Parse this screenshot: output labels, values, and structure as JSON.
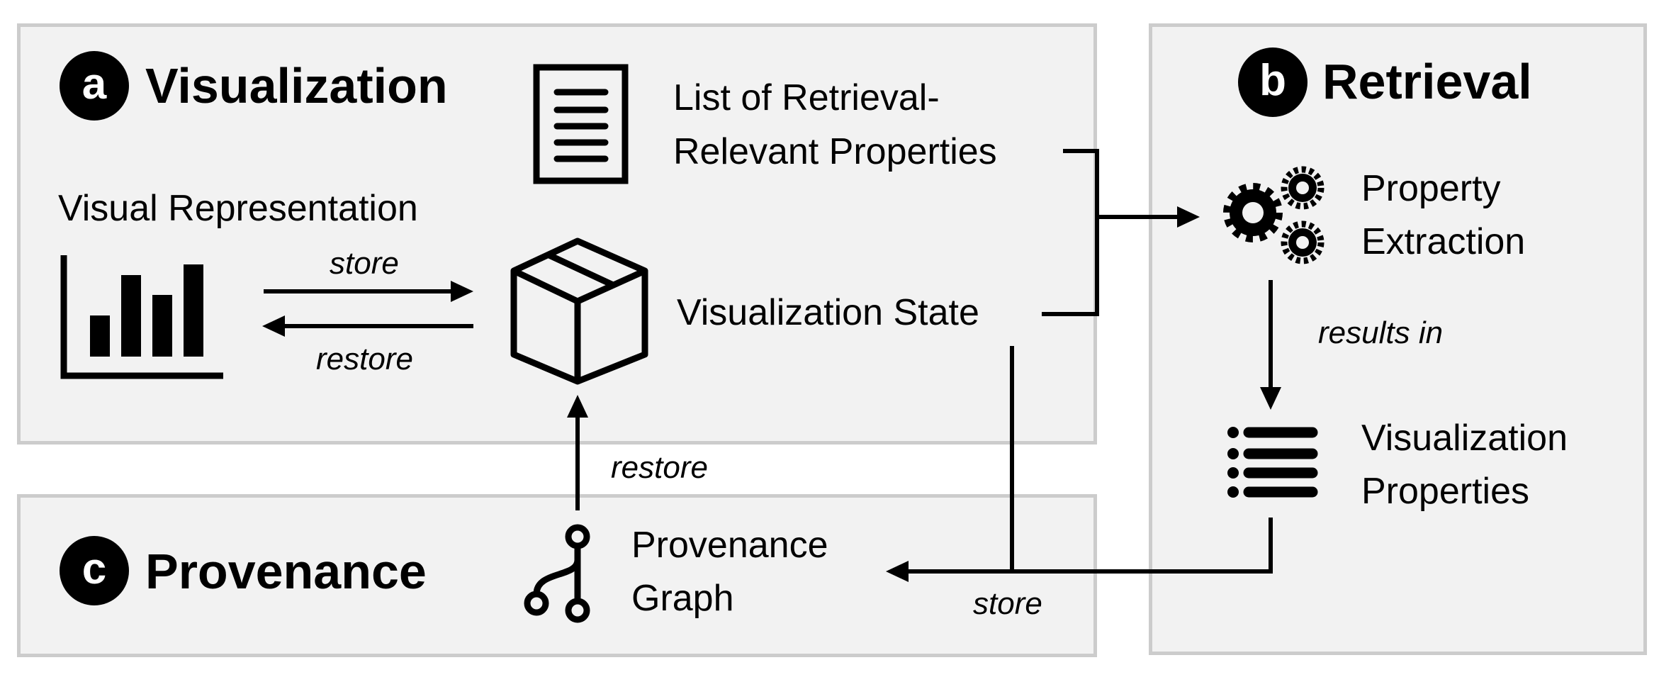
{
  "panels": {
    "visualization": {
      "badge": "a",
      "title": "Visualization"
    },
    "retrieval": {
      "badge": "b",
      "title": "Retrieval"
    },
    "provenance": {
      "badge": "c",
      "title": "Provenance"
    }
  },
  "nodes": {
    "visual_representation": "Visual Representation",
    "properties_list": [
      "List of Retrieval-",
      "Relevant Properties"
    ],
    "visualization_state": "Visualization State",
    "property_extraction": [
      "Property",
      "Extraction"
    ],
    "visualization_properties": [
      "Visualization",
      "Properties"
    ],
    "provenance_graph": [
      "Provenance",
      "Graph"
    ]
  },
  "edges": {
    "store_top": "store",
    "restore_top": "restore",
    "results_in": "results in",
    "restore_mid": "restore",
    "store_bottom": "store"
  },
  "icons": {
    "chart": "bar-chart-icon",
    "document": "document-icon",
    "box": "box-icon",
    "gears": "gears-icon",
    "list": "list-icon",
    "graph": "provenance-graph-icon"
  }
}
